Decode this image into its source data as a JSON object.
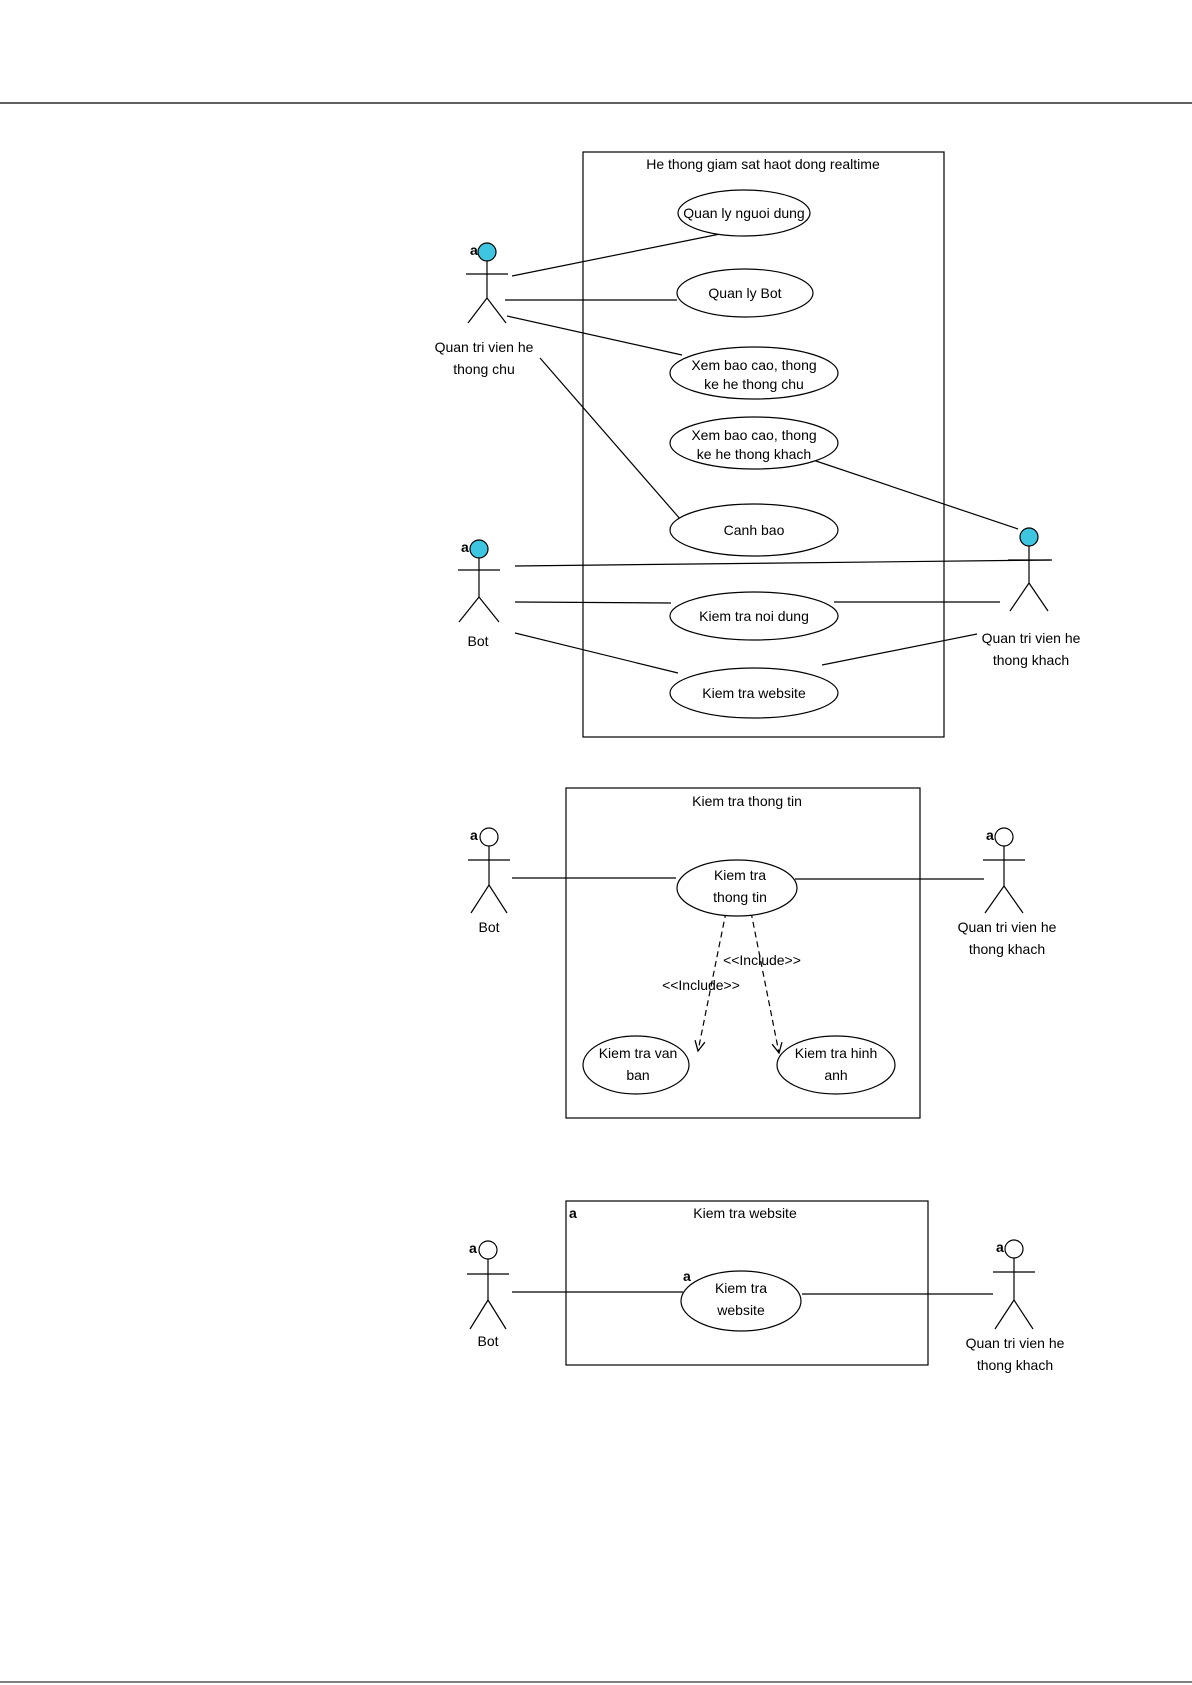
{
  "colors": {
    "actor_head_fill": "#3ec6e0",
    "line": "#000000"
  },
  "diagram1": {
    "system_title": "He thong giam sat haot dong realtime",
    "actor_admin_main": {
      "line1": "Quan tri vien he",
      "line2": "thong chu",
      "icon": "actor-icon"
    },
    "actor_bot": {
      "label": "Bot",
      "icon": "actor-icon"
    },
    "actor_admin_guest": {
      "line1": "Quan tri vien he",
      "line2": "thong khach",
      "icon": "actor-icon"
    },
    "usecases": {
      "manage_users": "Quan ly nguoi dung",
      "manage_bot": "Quan ly Bot",
      "report_main": {
        "line1": "Xem bao cao, thong",
        "line2": "ke he thong chu"
      },
      "report_guest": {
        "line1": "Xem bao cao, thong",
        "line2": "ke he thong khach"
      },
      "alert": "Canh bao",
      "check_content": "Kiem tra noi dung",
      "check_website": "Kiem tra website"
    }
  },
  "diagram2": {
    "system_title": "Kiem tra thong tin",
    "actor_bot": {
      "label": "Bot"
    },
    "actor_admin_guest": {
      "line1": "Quan tri vien he",
      "line2": "thong khach"
    },
    "usecase_main": {
      "line1": "Kiem tra",
      "line2": "thong tin"
    },
    "usecase_text": {
      "line1": "Kiem tra van",
      "line2": "ban"
    },
    "usecase_image": {
      "line1": "Kiem tra hinh",
      "line2": "anh"
    },
    "include_left": "<<Include>>",
    "include_right": "<<Include>>"
  },
  "diagram3": {
    "system_title": "Kiem tra website",
    "actor_bot": {
      "label": "Bot"
    },
    "actor_admin_guest": {
      "line1": "Quan tri vien he",
      "line2": "thong khach"
    },
    "usecase_main": {
      "line1": "Kiem tra",
      "line2": "website"
    }
  }
}
